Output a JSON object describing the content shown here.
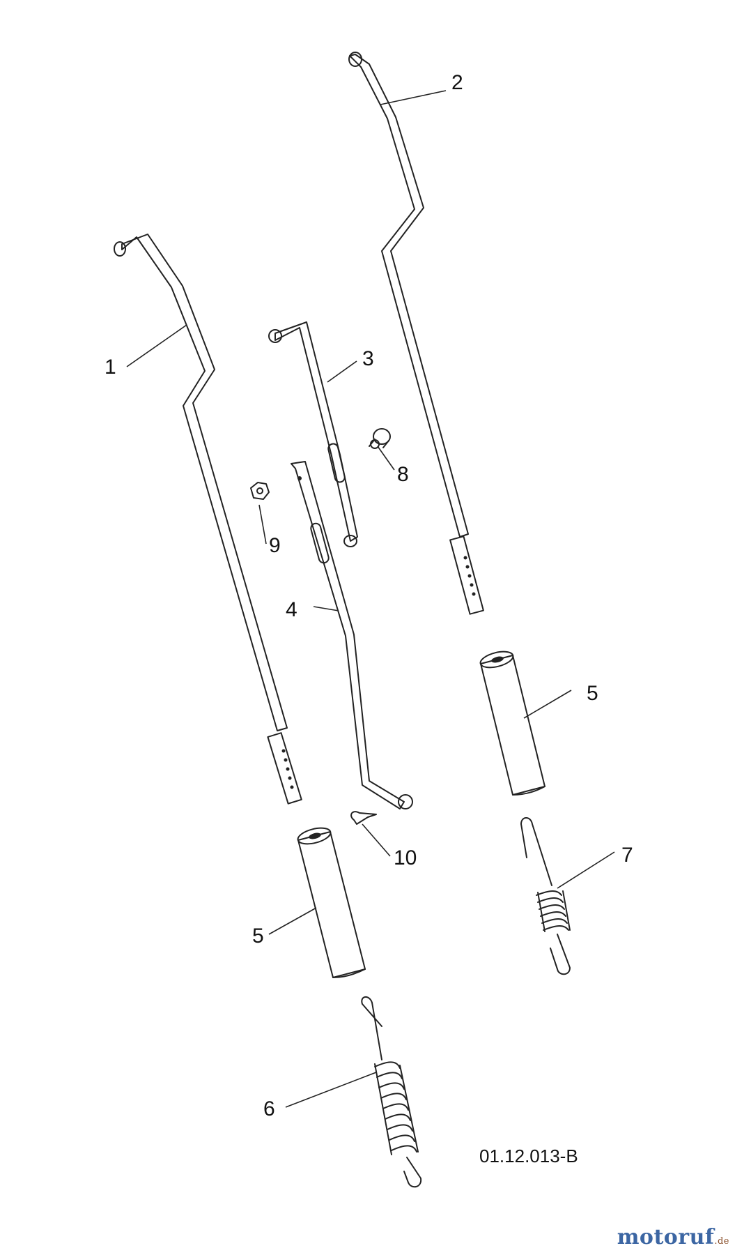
{
  "callouts": {
    "c1": "1",
    "c2": "2",
    "c3": "3",
    "c4": "4",
    "c5a": "5",
    "c5b": "5",
    "c6": "6",
    "c7": "7",
    "c8": "8",
    "c9": "9",
    "c10": "10"
  },
  "drawing_id": "01.12.013-B",
  "brand": {
    "name": "motoruf",
    "tld": ".de",
    "color": "#3c66a3"
  }
}
